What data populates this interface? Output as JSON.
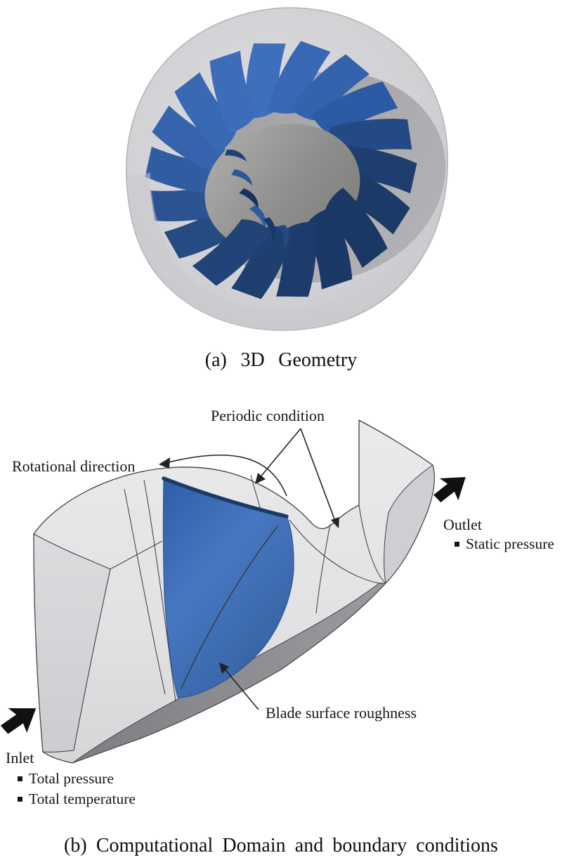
{
  "page": {
    "background": "#ffffff"
  },
  "figure_a": {
    "caption": "(a) 3D Geometry",
    "colors": {
      "blade_blue": "#3a69b3",
      "blade_dark_navy": "#1c3a67",
      "casing_gray": "#cbcbcf",
      "hub_gray": "#8e8e8c"
    }
  },
  "figure_b": {
    "caption": "(b) Computational Domain and boundary conditions",
    "labels": {
      "periodic": "Periodic condition",
      "rotational": "Rotational direction",
      "outlet": "Outlet",
      "outlet_items": [
        "Static pressure"
      ],
      "inlet": "Inlet",
      "inlet_items": [
        "Total pressure",
        "Total temperature"
      ],
      "blade_roughness": "Blade surface roughness"
    },
    "colors": {
      "blade_blue": "#3c6db8",
      "domain_light": "#e6e6e8",
      "domain_dark": "#8f8f93",
      "arrow_black": "#111111"
    }
  }
}
